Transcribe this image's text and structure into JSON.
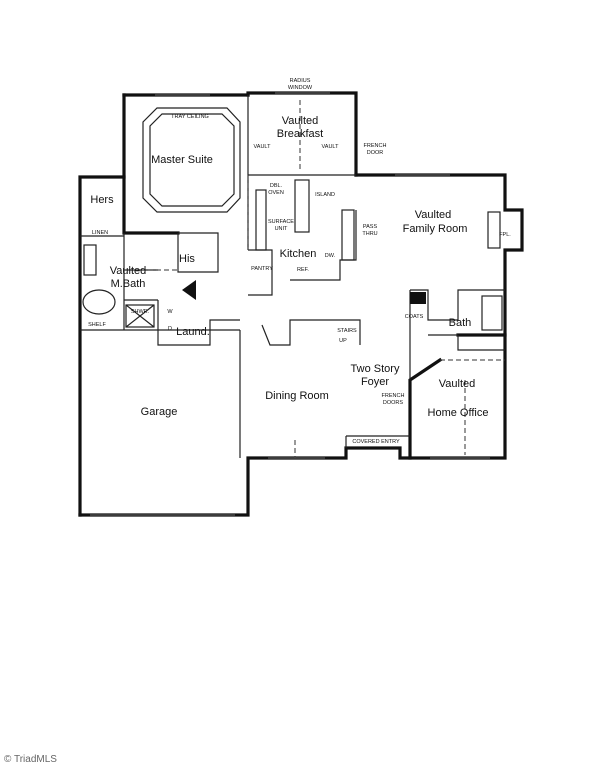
{
  "rooms": {
    "master_suite": "Master Suite",
    "tray_ceiling": "TRAY CEILING",
    "vaulted": "Vaulted",
    "breakfast": "Breakfast",
    "radius": "RADIUS",
    "window": "WINDOW",
    "vault": "VAULT",
    "french": "FRENCH",
    "door": "DOOR",
    "family_room": "Family Room",
    "fpl": "FPL.",
    "hers": "Hers",
    "linen": "LINEN",
    "his": "His",
    "m_bath": "M.Bath",
    "dbl": "DBL.",
    "oven": "OVEN",
    "island": "ISLAND",
    "surface": "SURFACE",
    "unit": "UNIT",
    "pass": "PASS",
    "thru": "THRU",
    "kitchen": "Kitchen",
    "dw": "DW.",
    "pantry": "PANTRY",
    "ref": "REF.",
    "coats": "COATS",
    "bath": "Bath",
    "shwr": "SHWR.",
    "shelf": "SHELF",
    "w": "W",
    "d": "D",
    "laund": "Laund.",
    "stairs": "STAIRS",
    "up": "UP",
    "two_story": "Two Story",
    "foyer": "Foyer",
    "home_office": "Home Office",
    "garage": "Garage",
    "dining_room": "Dining Room",
    "doors": "DOORS",
    "covered_entry": "COVERED ENTRY"
  },
  "watermark": "© TriadMLS"
}
